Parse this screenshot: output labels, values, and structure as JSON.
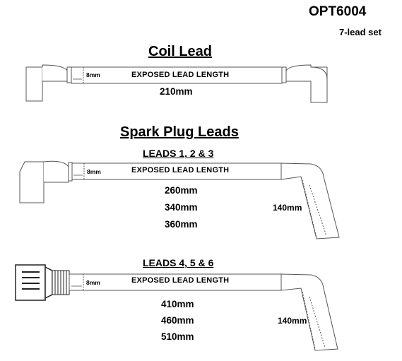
{
  "header": {
    "part_code": "OPT6004",
    "set_description": "7-lead set"
  },
  "coil": {
    "title": "Coil Lead",
    "band_label": "8mm",
    "exposed_label": "EXPOSED LEAD LENGTH",
    "lengths": [
      "210mm"
    ]
  },
  "spark": {
    "title": "Spark Plug Leads",
    "group1": {
      "title": "LEADS 1, 2 & 3",
      "band_label": "8mm",
      "exposed_label": "EXPOSED LEAD LENGTH",
      "lengths": [
        "260mm",
        "340mm",
        "360mm"
      ],
      "boot_length": "140mm"
    },
    "group2": {
      "title": "LEADS 4, 5 & 6",
      "band_label": "8mm",
      "exposed_label": "EXPOSED LEAD LENGTH",
      "lengths": [
        "410mm",
        "460mm",
        "510mm"
      ],
      "boot_length": "140mm"
    }
  }
}
